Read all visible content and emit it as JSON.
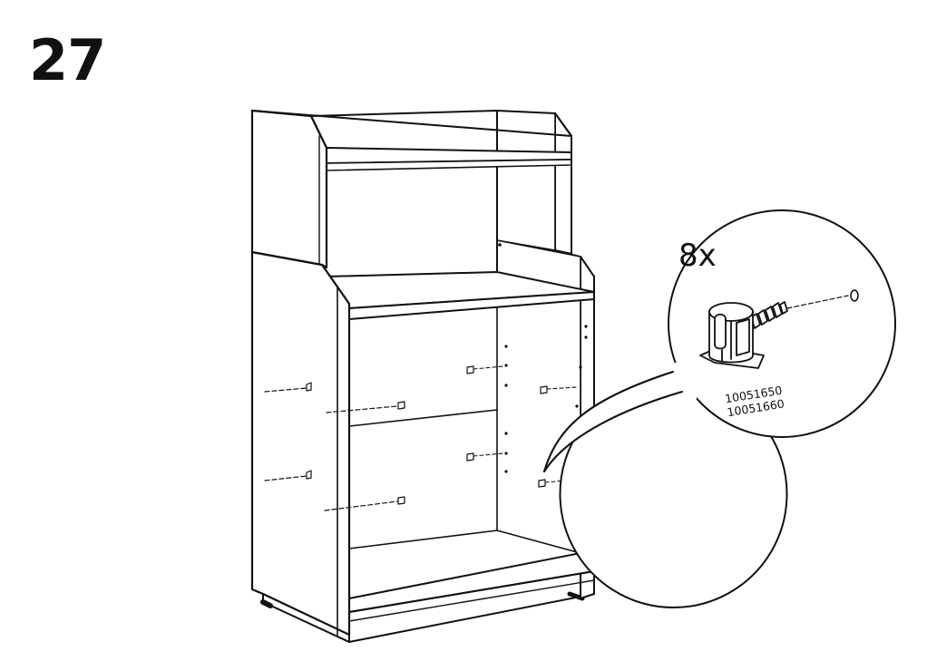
{
  "step": {
    "number": "27"
  },
  "callout": {
    "quantity": "8x",
    "part_numbers": [
      "10051650",
      "10051660"
    ]
  },
  "colors": {
    "ink": "#111111",
    "paper": "#ffffff"
  },
  "icons": {
    "cabinet": "bookcase-with-hutch-icon",
    "part": "cam-lock-connector-icon"
  }
}
